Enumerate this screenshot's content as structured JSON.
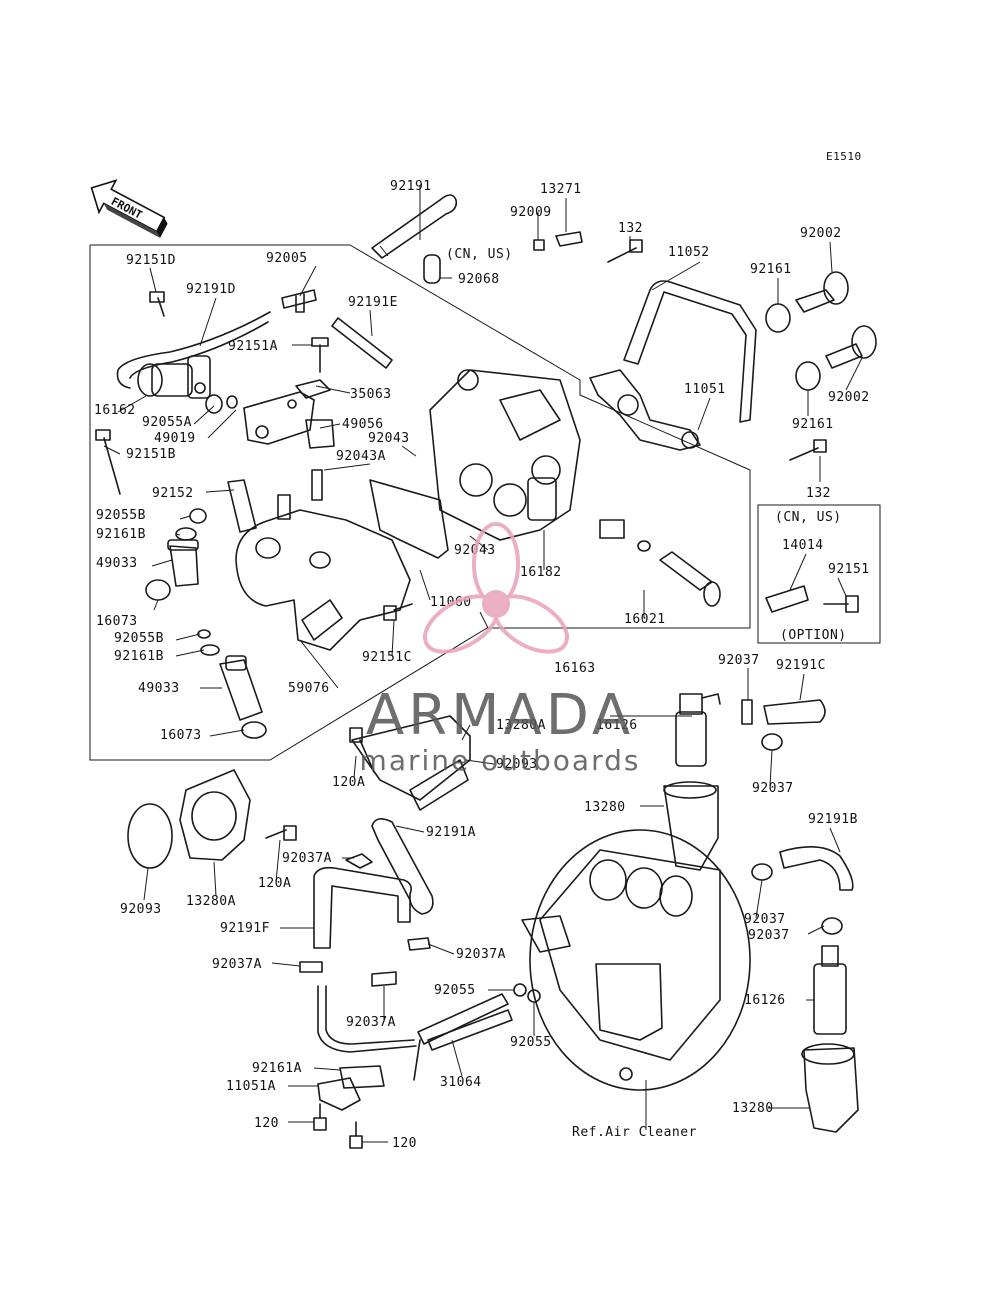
{
  "diagram_code": "E1510",
  "front_label": "FRONT",
  "ref_text": "Ref.Air Cleaner",
  "callouts": {
    "cn_us_top": "(CN, US)",
    "cn_us_box": "(CN, US)",
    "option": "(OPTION)"
  },
  "watermark": {
    "brand": "ARMADA",
    "sub": "marine outboards",
    "logo_color": "#e8a0b8",
    "text_color": "#555555"
  },
  "parts": [
    "92191",
    "13271",
    "92009",
    "92068",
    "132",
    "11052",
    "92002",
    "92161",
    "92002",
    "92161",
    "11051",
    "132",
    "14014",
    "92151",
    "92151D",
    "92005",
    "92191D",
    "92191E",
    "92151A",
    "35063",
    "16162",
    "92055A",
    "49019",
    "49056",
    "92043",
    "92043A",
    "92151B",
    "92152",
    "92055B",
    "92161B",
    "49033",
    "16073",
    "92055B",
    "92161B",
    "49033",
    "16073",
    "11060",
    "92043",
    "16182",
    "16021",
    "92151C",
    "16163",
    "59076",
    "92037",
    "92191C",
    "13280A",
    "16126",
    "92093",
    "120A",
    "92037",
    "13280",
    "92191B",
    "92191A",
    "92037A",
    "120A",
    "92093",
    "13280A",
    "92191F",
    "92037A",
    "92037A",
    "92055",
    "92055",
    "92037A",
    "92037",
    "92037",
    "16126",
    "92161A",
    "31064",
    "11051A",
    "120",
    "120",
    "13280"
  ]
}
